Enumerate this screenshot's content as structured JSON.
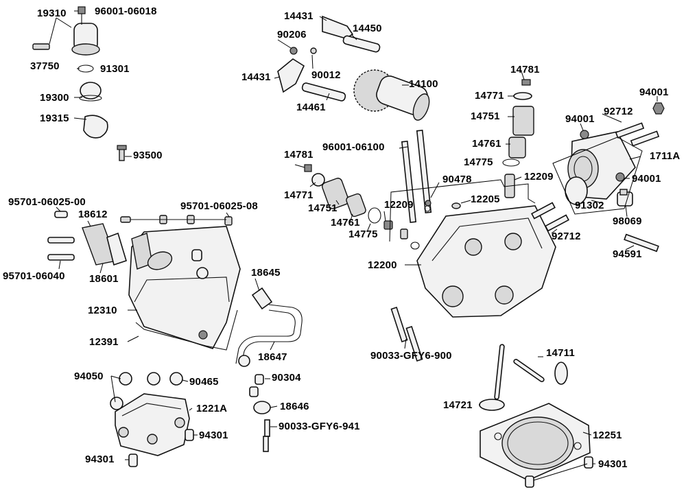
{
  "labels": [
    "19310",
    "96001-06018",
    "37750",
    "91301",
    "19300",
    "19315",
    "93500",
    "14431",
    "14450",
    "90206",
    "90012",
    "14431",
    "14461",
    "14100",
    "14781",
    "14771",
    "14751",
    "14761",
    "14775",
    "94001",
    "92712",
    "94001",
    "1711A",
    "94001",
    "91302",
    "98069",
    "92712",
    "94591",
    "96001-06100",
    "14781",
    "14771",
    "14751",
    "14761",
    "14775",
    "90478",
    "12209",
    "12209",
    "12205",
    "12200",
    "95701-06025-00",
    "18612",
    "95701-06025-08",
    "95701-06040",
    "18601",
    "18645",
    "12310",
    "12391",
    "18647",
    "90033-GFY6-900",
    "14711",
    "14721",
    "94050",
    "90465",
    "90304",
    "1221A",
    "18646",
    "90033-GFY6-941",
    "94301",
    "94301",
    "12251",
    "94301"
  ]
}
